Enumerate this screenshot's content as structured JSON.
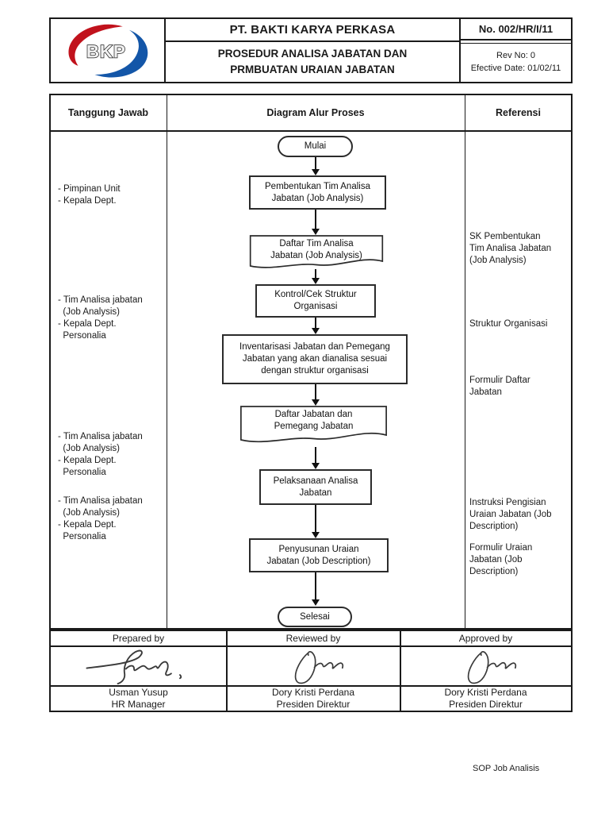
{
  "header": {
    "logo": "BKP",
    "company": "PT. BAKTI KARYA PERKASA",
    "title": "PROSEDUR ANALISA JABATAN DAN\nPRMBUATAN URAIAN JABATAN",
    "doc_no": "No. 002/HR/I/11",
    "rev_no": "Rev No: 0",
    "effective_date": "Efective Date: 01/02/11"
  },
  "columns": {
    "responsibility": "Tanggung Jawab",
    "diagram": "Diagram Alur Proses",
    "reference": "Referensi"
  },
  "responsibilities": [
    {
      "text": "- Pimpinan Unit\n- Kepala Dept."
    },
    {
      "text": "- Tim Analisa jabatan\n  (Job Analysis)\n- Kepala Dept.\n  Personalia"
    },
    {
      "text": "- Tim Analisa jabatan\n  (Job Analysis)\n- Kepala Dept.\n  Personalia"
    },
    {
      "text": "- Tim Analisa jabatan\n  (Job Analysis)\n- Kepala Dept.\n  Personalia"
    }
  ],
  "flowchart": {
    "start": "Mulai",
    "end": "Selesai",
    "steps": [
      {
        "type": "process",
        "text": "Pembentukan Tim Analisa\nJabatan (Job Analysis)"
      },
      {
        "type": "document",
        "text": "Daftar Tim Analisa\nJabatan (Job Analysis)"
      },
      {
        "type": "process",
        "text": "Kontrol/Cek Struktur\nOrganisasi"
      },
      {
        "type": "process",
        "text": "Inventarisasi Jabatan dan Pemegang\nJabatan yang akan dianalisa sesuai\ndengan struktur organisasi"
      },
      {
        "type": "document",
        "text": "Daftar Jabatan dan\nPemegang Jabatan"
      },
      {
        "type": "process",
        "text": "Pelaksanaan Analisa\nJabatan"
      },
      {
        "type": "process",
        "text": "Penyusunan Uraian\nJabatan (Job Description)"
      }
    ]
  },
  "references": [
    {
      "text": "SK Pembentukan\nTim Analisa Jabatan\n(Job Analysis)"
    },
    {
      "text": "Struktur Organisasi"
    },
    {
      "text": "Formulir Daftar\nJabatan"
    },
    {
      "text": "Instruksi Pengisian\nUraian Jabatan (Job\nDescription)"
    },
    {
      "text": "Formulir Uraian\nJabatan (Job\nDescription)"
    }
  ],
  "signoff": {
    "prepared": {
      "label": "Prepared by",
      "name": "Usman Yusup",
      "title": "HR Manager"
    },
    "reviewed": {
      "label": "Reviewed by",
      "name": "Dory Kristi Perdana",
      "title": "Presiden Direktur"
    },
    "approved": {
      "label": "Approved by",
      "name": "Dory Kristi Perdana",
      "title": "Presiden Direktur"
    }
  },
  "footer": {
    "note": "SOP Job Analisis"
  }
}
